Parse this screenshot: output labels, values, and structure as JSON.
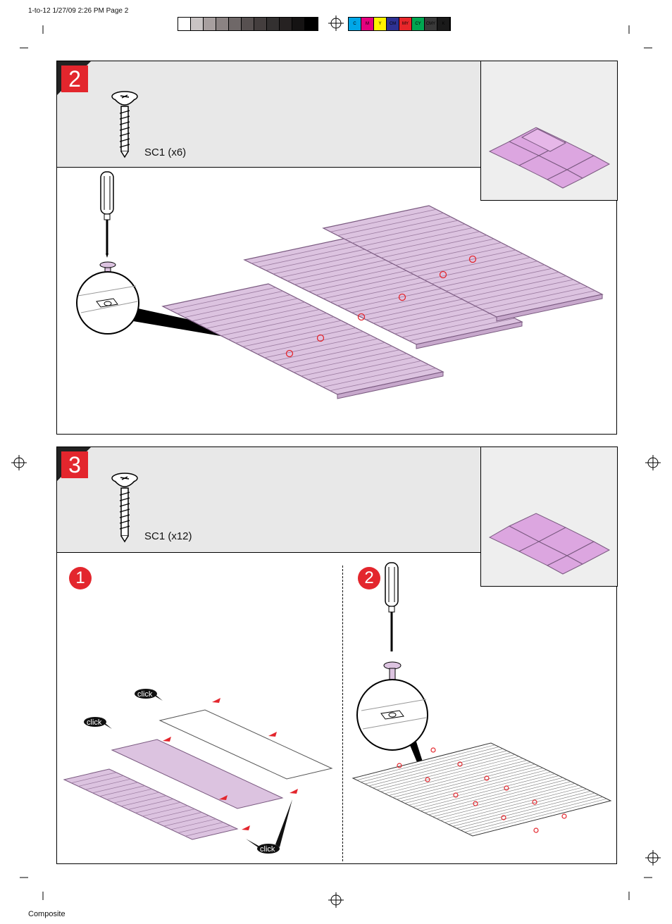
{
  "slug": {
    "header": "1-to-12  1/27/09 2:26 PM Page 2",
    "footer": "Composite"
  },
  "color_bar": {
    "gray_swatches": [
      "#ffffff",
      "#c9c4c4",
      "#a79f9f",
      "#8b8383",
      "#6f6868",
      "#575050",
      "#443e3e",
      "#333030",
      "#262222",
      "#151313",
      "#000000"
    ],
    "color_swatches": [
      {
        "label": "C",
        "color": "#00a7e8"
      },
      {
        "label": "M",
        "color": "#e5007e"
      },
      {
        "label": "Y",
        "color": "#fff200"
      },
      {
        "label": "CM",
        "color": "#2e3192"
      },
      {
        "label": "MY",
        "color": "#e8262a"
      },
      {
        "label": "CY",
        "color": "#00a651"
      },
      {
        "label": "CMY",
        "color": "#3a3a3a"
      },
      {
        "label": "K",
        "color": "#1a1a1a"
      }
    ]
  },
  "steps": [
    {
      "number": "2",
      "hardware_label": "SC1 (x6)"
    },
    {
      "number": "3",
      "hardware_label": "SC1 (x12)",
      "substeps": [
        "1",
        "2"
      ],
      "click_labels": [
        "click",
        "click",
        "click"
      ]
    }
  ],
  "colors": {
    "accent": "#e3262d",
    "panel": "#dcc3e0",
    "panel_edge": "#7a5a80",
    "thumb_panel": "#dca6e0"
  }
}
